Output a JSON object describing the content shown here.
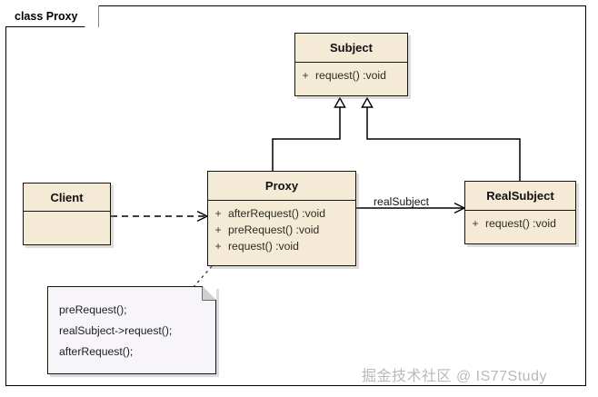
{
  "diagram": {
    "frame_label": "class Proxy",
    "watermark": "掘金技术社区 @ IS77Study",
    "colors": {
      "class_fill": "#f5ead6",
      "class_stroke": "#16160f",
      "note_fill": "#f7f5fa",
      "line": "#000000",
      "watermark": "#b9b9b9"
    }
  },
  "classes": {
    "subject": {
      "name": "Subject",
      "members": [
        {
          "visibility": "+",
          "signature": "request()  :void"
        }
      ]
    },
    "proxy": {
      "name": "Proxy",
      "members": [
        {
          "visibility": "+",
          "signature": "afterRequest()  :void"
        },
        {
          "visibility": "+",
          "signature": "preRequest()  :void"
        },
        {
          "visibility": "+",
          "signature": "request()  :void"
        }
      ]
    },
    "real_subject": {
      "name": "RealSubject",
      "members": [
        {
          "visibility": "+",
          "signature": "request()  :void"
        }
      ]
    },
    "client": {
      "name": "Client",
      "members": []
    }
  },
  "relations": {
    "proxy_to_real_subject_label": "realSubject"
  },
  "note": {
    "lines": [
      "preRequest();",
      "realSubject->request();",
      "afterRequest();"
    ]
  }
}
